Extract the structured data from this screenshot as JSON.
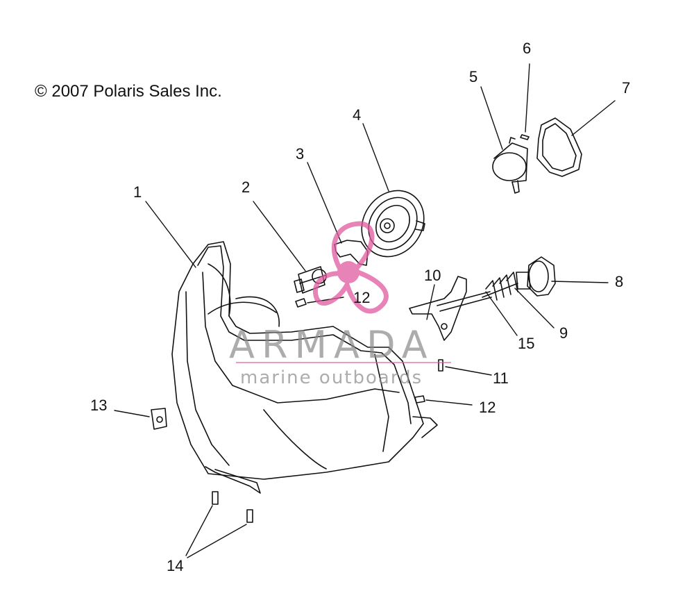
{
  "copyright": "© 2007 Polaris Sales Inc.",
  "watermark": {
    "title": "ARMADA",
    "subtitle": "marine outboards",
    "logo_color": "#e05aa0",
    "text_color": "#8a8a8a"
  },
  "callouts": [
    {
      "id": "c1",
      "label": "1"
    },
    {
      "id": "c2",
      "label": "2"
    },
    {
      "id": "c3",
      "label": "3"
    },
    {
      "id": "c4",
      "label": "4"
    },
    {
      "id": "c5",
      "label": "5"
    },
    {
      "id": "c6",
      "label": "6"
    },
    {
      "id": "c7",
      "label": "7"
    },
    {
      "id": "c8",
      "label": "8"
    },
    {
      "id": "c9",
      "label": "9"
    },
    {
      "id": "c10",
      "label": "10"
    },
    {
      "id": "c11",
      "label": "11"
    },
    {
      "id": "c12a",
      "label": "12"
    },
    {
      "id": "c12b",
      "label": "12"
    },
    {
      "id": "c13",
      "label": "13"
    },
    {
      "id": "c14",
      "label": "14"
    },
    {
      "id": "c15",
      "label": "15"
    }
  ]
}
